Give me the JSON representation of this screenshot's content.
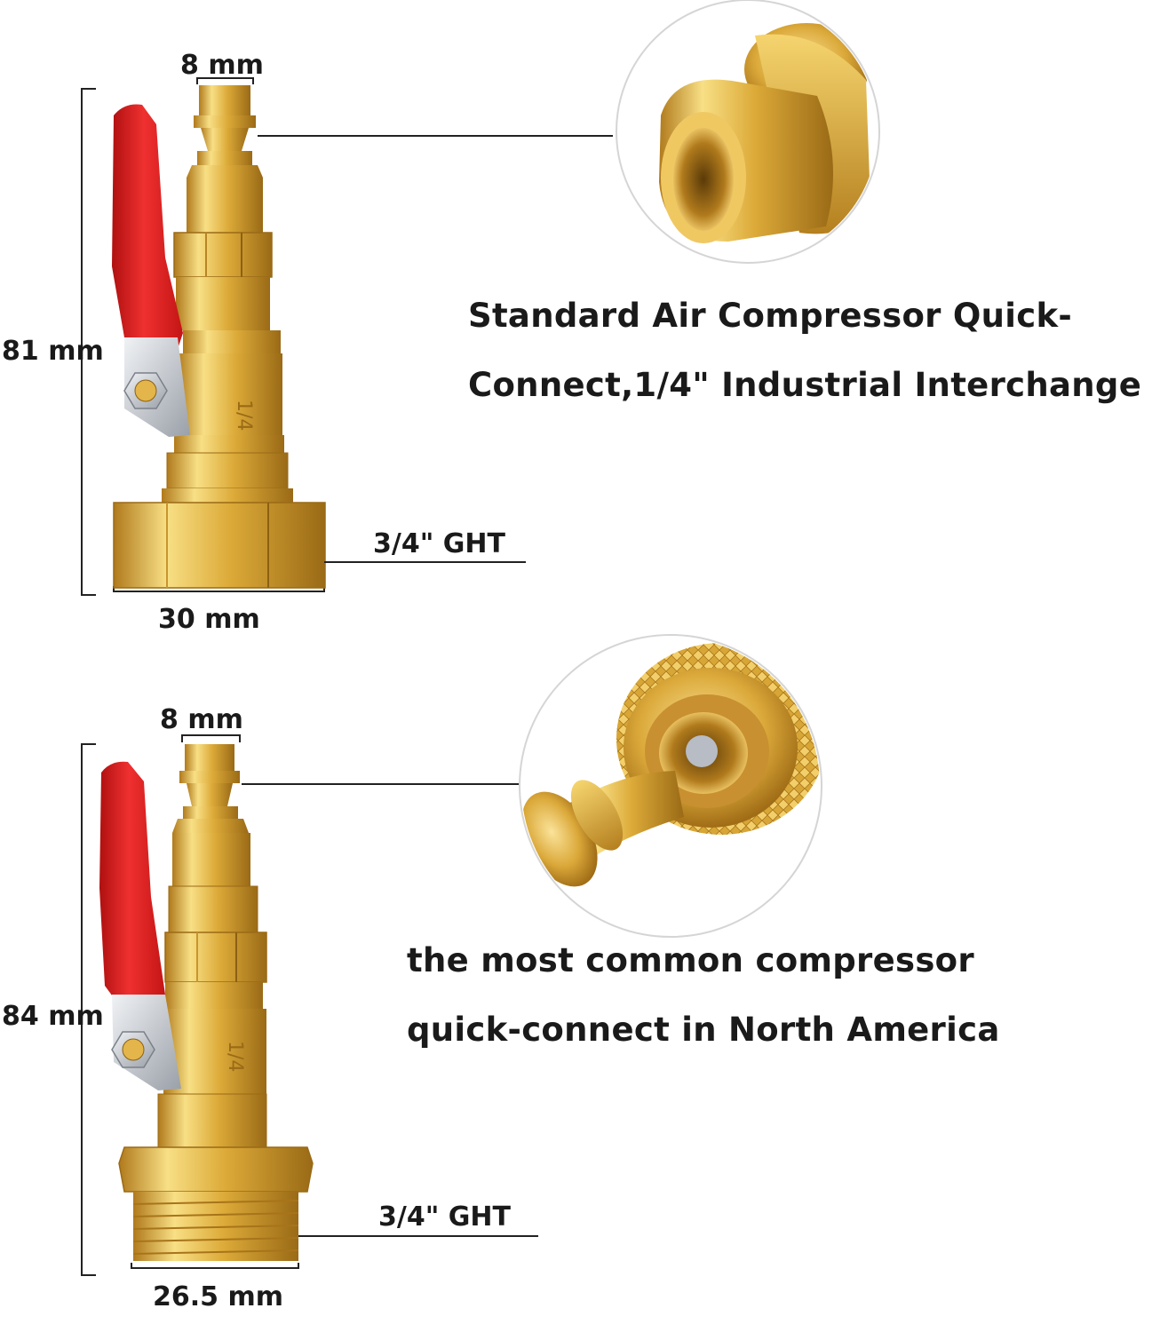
{
  "top": {
    "tip_width": "8 mm",
    "height": "81 mm",
    "base_width": "30 mm",
    "thread": "3/4\"  GHT",
    "caption_line1": "Standard Air Compressor Quick-",
    "caption_line2": "Connect,1/4\" Industrial Interchange",
    "body_marking": "1/4"
  },
  "bottom": {
    "tip_width": "8 mm",
    "height": "84 mm",
    "base_width": "26.5 mm",
    "thread": "3/4\"  GHT",
    "caption_line1": "the most common compressor",
    "caption_line2": "quick-connect in North America",
    "body_marking": "1/4"
  },
  "colors": {
    "brass": "#d9a832",
    "brass_light": "#f6d978",
    "brass_dark": "#a8741a",
    "handle": "#e0201f",
    "steel": "#c9ccd2",
    "lines": "#222222"
  }
}
